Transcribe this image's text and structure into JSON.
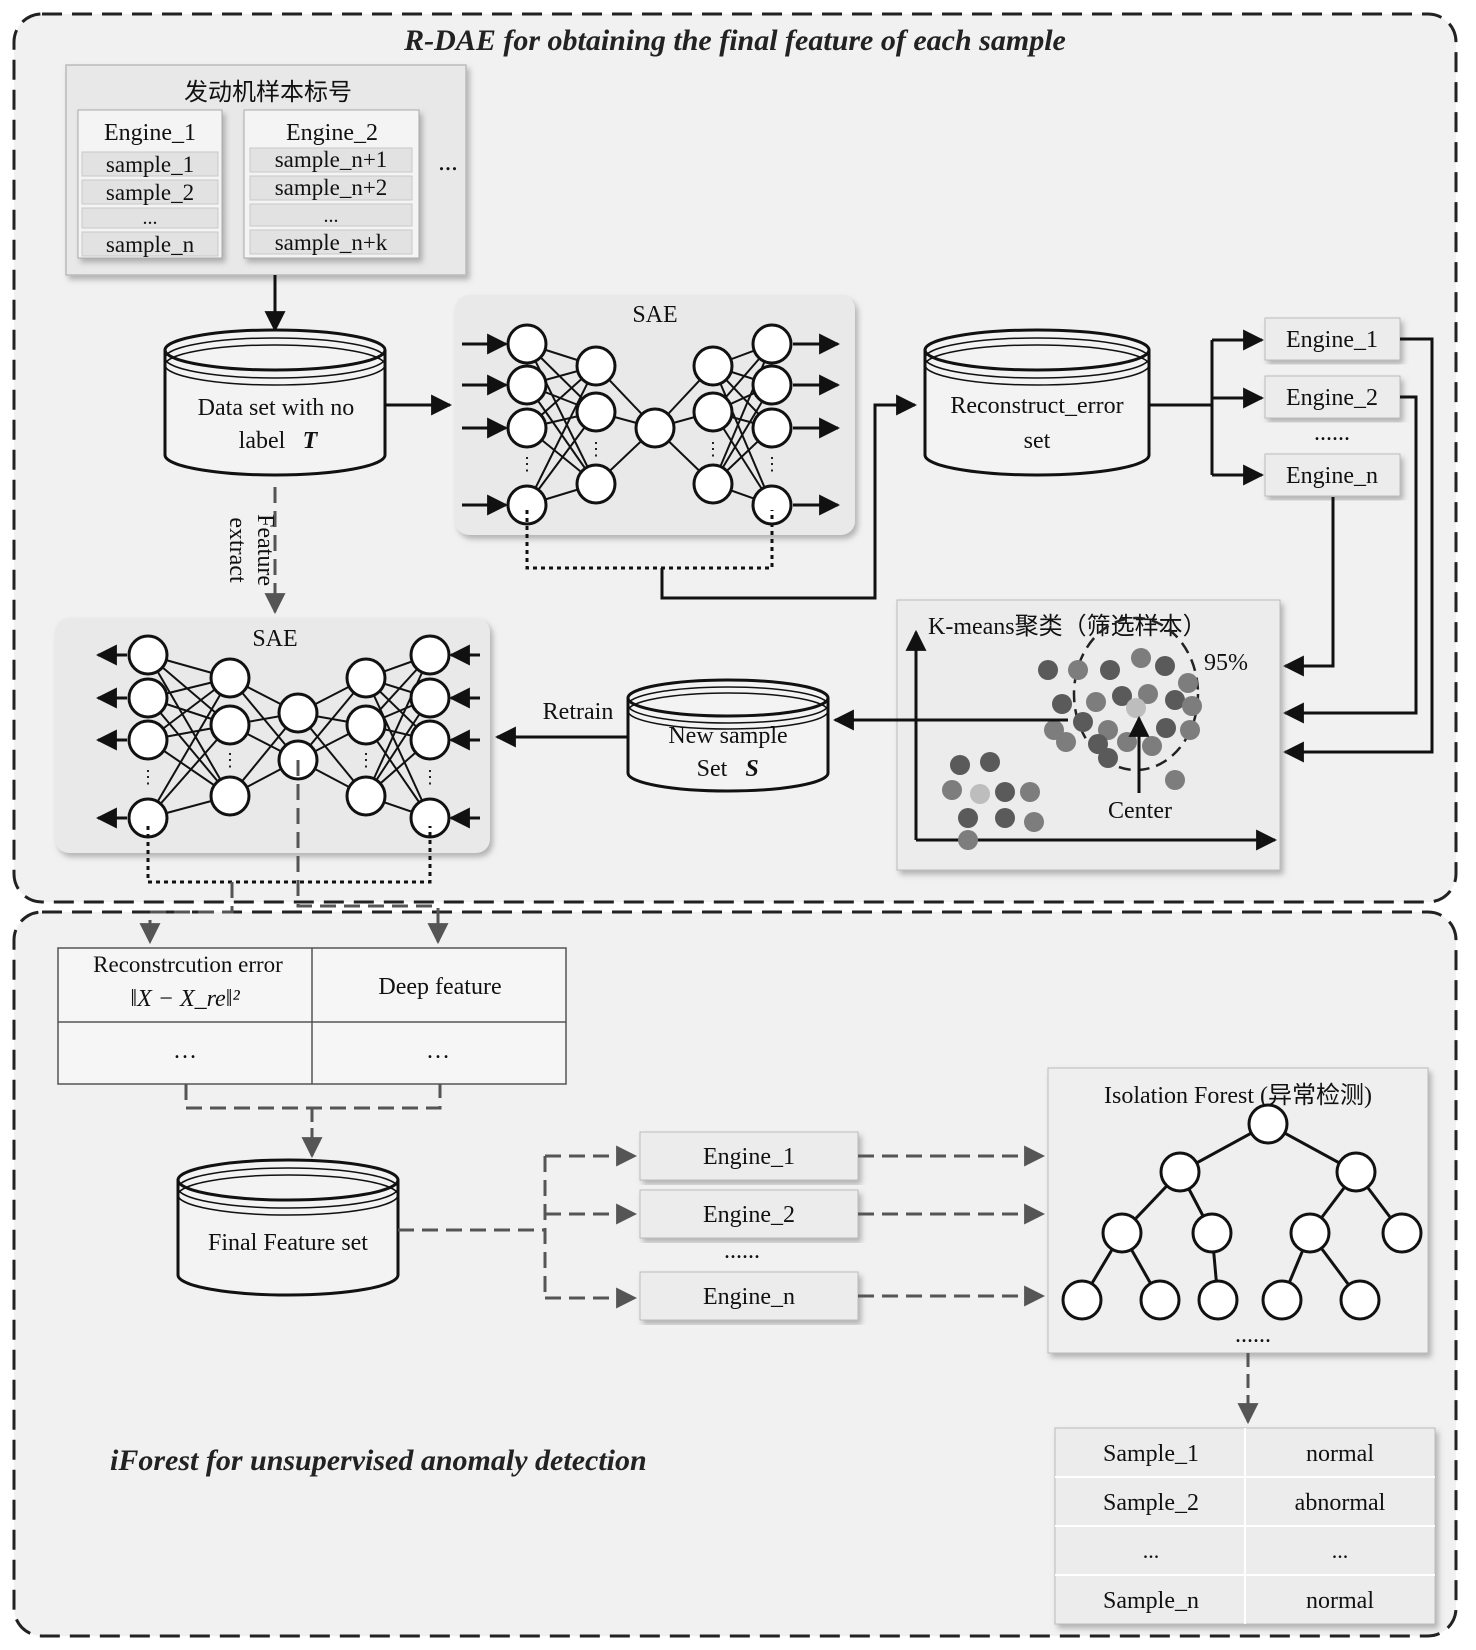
{
  "top_panel": {
    "title": "R-DAE for obtaining the final feature of each sample"
  },
  "bottom_panel": {
    "title": "iForest for unsupervised anomaly detection"
  },
  "engine_samples": {
    "title": "发动机样本标号",
    "more": "...",
    "engine1": {
      "header": "Engine_1",
      "rows": [
        "sample_1",
        "sample_2",
        "...",
        "sample_n"
      ]
    },
    "engine2": {
      "header": "Engine_2",
      "rows": [
        "sample_n+1",
        "sample_n+2",
        "...",
        "sample_n+k"
      ]
    }
  },
  "dataset_t": {
    "line1": "Data set with no",
    "line2": "label",
    "symbol": "T"
  },
  "sae_top": {
    "label": "SAE"
  },
  "reconstruct_set": {
    "line1": "Reconstruct_error",
    "line2": "set"
  },
  "engines_right": {
    "items": [
      "Engine_1",
      "Engine_2",
      "Engine_n"
    ],
    "dots": "......"
  },
  "kmeans": {
    "title": "K-means聚类（筛选样本）",
    "percent": "95%",
    "center": "Center"
  },
  "new_sample": {
    "line1": "New sample",
    "line2": "Set",
    "symbol": "S"
  },
  "retrain": "Retrain",
  "feature_extract": {
    "line1": "Feature",
    "line2": "extract"
  },
  "sae_bottom": {
    "label": "SAE"
  },
  "feature_table": {
    "col1_header": "Reconstrcution error",
    "col1_formula": "‖X − X_re‖²",
    "col2_header": "Deep feature",
    "cell1": "…",
    "cell2": "…"
  },
  "final_feature": {
    "label": "Final Feature set"
  },
  "engines_bottom": {
    "items": [
      "Engine_1",
      "Engine_2",
      "Engine_n"
    ],
    "dots": "......"
  },
  "iforest": {
    "title": "Isolation Forest (异常检测)",
    "dots": "......"
  },
  "result_table": {
    "rows": [
      [
        "Sample_1",
        "normal"
      ],
      [
        "Sample_2",
        "abnormal"
      ],
      [
        "...",
        "..."
      ],
      [
        "Sample_n",
        "normal"
      ]
    ]
  },
  "colors": {
    "panel_bg": "#f1f1f1",
    "box_bg": "#eaeaea",
    "dot_dark": "#5a5a5a",
    "dot_mid": "#7d7d7d",
    "dot_light": "#bdbdbd"
  }
}
